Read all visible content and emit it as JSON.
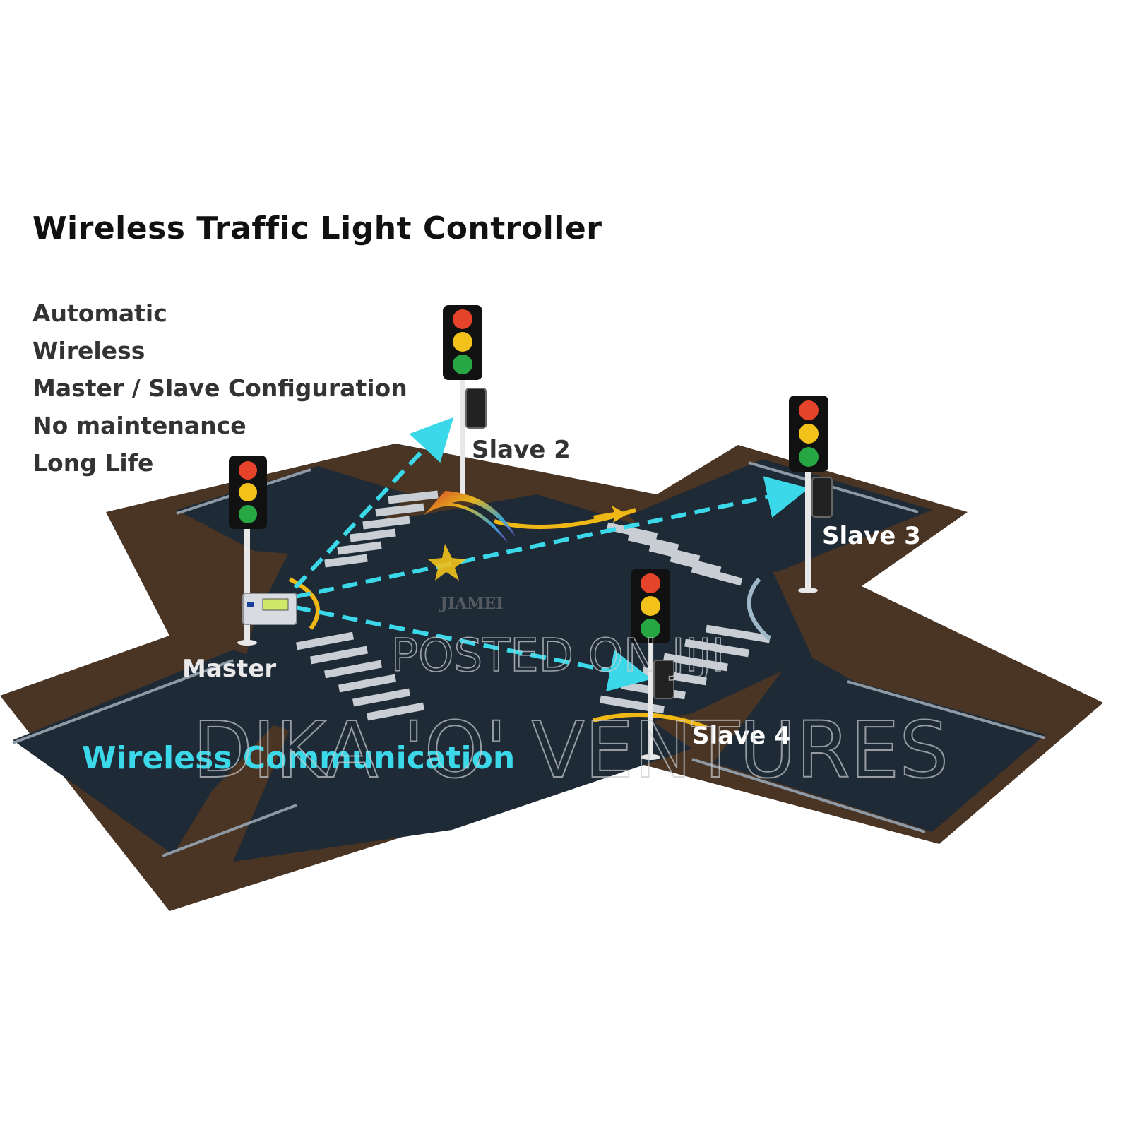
{
  "title": "Wireless Traffic Light Controller",
  "features": [
    "Automatic",
    "Wireless",
    "Master / Slave Configuration",
    "No maintenance",
    "Long Life"
  ],
  "nodes": {
    "master": "Master",
    "slave2": "Slave 2",
    "slave3": "Slave 3",
    "slave4": "Slave 4"
  },
  "communication_label": "Wireless Communication",
  "logo_text": "JIAMEI",
  "watermark_posted": "POSTED ON JIJI",
  "watermark_brand": "DIKA 'O' VENTURES",
  "colors": {
    "road": "#1e2a36",
    "ground": "#4a3424",
    "wireless_link": "#3ad8e8",
    "light_red": "#e5432a",
    "light_yellow": "#f2c21b",
    "light_green": "#27a744",
    "curb_yellow": "#f0b814"
  }
}
